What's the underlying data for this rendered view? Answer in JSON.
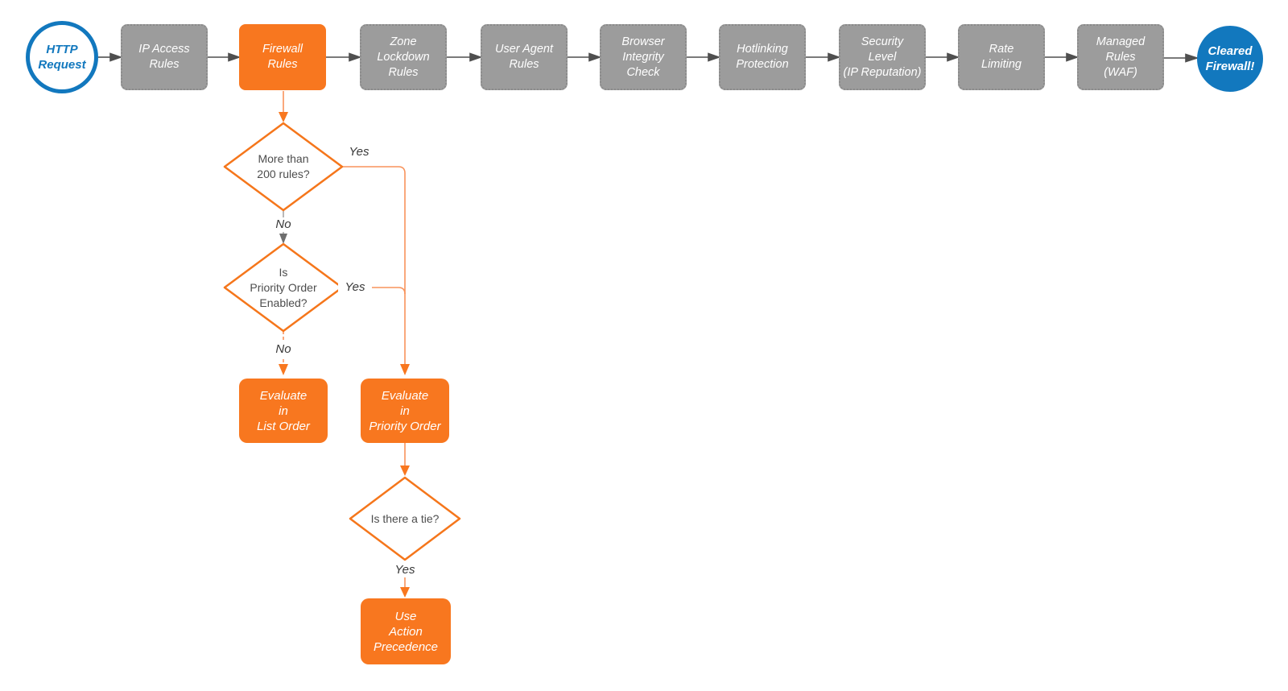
{
  "colors": {
    "orange_fill": "#F8771F",
    "orange_line": "#F8935B",
    "gray_fill": "#9C9C9C",
    "gray_border": "#8A8A8A",
    "blue": "#1278BE",
    "dark_line": "#4F4F4F",
    "gray_edge_line": "#A6A6A6",
    "gray_edge_head": "#6E6E6E",
    "diamond_stroke": "#F5761B",
    "text_dark": "#4D4D4D",
    "text_white": "#FFFFFF"
  },
  "pipeline": {
    "nodes": [
      {
        "id": "http-request",
        "shape": "circle",
        "variant": "outlined-blue",
        "label": "HTTP\nRequest"
      },
      {
        "id": "ip-access-rules",
        "shape": "box",
        "variant": "gray",
        "label": "IP Access\nRules"
      },
      {
        "id": "firewall-rules",
        "shape": "box",
        "variant": "orange",
        "label": "Firewall\nRules"
      },
      {
        "id": "zone-lockdown-rules",
        "shape": "box",
        "variant": "gray",
        "label": "Zone\nLockdown\nRules"
      },
      {
        "id": "user-agent-rules",
        "shape": "box",
        "variant": "gray",
        "label": "User Agent\nRules"
      },
      {
        "id": "browser-integrity-check",
        "shape": "box",
        "variant": "gray",
        "label": "Browser\nIntegrity\nCheck"
      },
      {
        "id": "hotlinking-protection",
        "shape": "box",
        "variant": "gray",
        "label": "Hotlinking\nProtection"
      },
      {
        "id": "security-level-ip-reputation",
        "shape": "box",
        "variant": "gray",
        "label": "Security\nLevel\n(IP Reputation)"
      },
      {
        "id": "rate-limiting",
        "shape": "box",
        "variant": "gray",
        "label": "Rate\nLimiting"
      },
      {
        "id": "managed-rules-waf",
        "shape": "box",
        "variant": "gray",
        "label": "Managed\nRules\n(WAF)"
      },
      {
        "id": "cleared-firewall",
        "shape": "circle",
        "variant": "filled-blue",
        "label": "Cleared\nFirewall!"
      }
    ]
  },
  "decision_tree": {
    "diamonds": [
      {
        "id": "more-than-200-rules",
        "label": "More than\n200 rules?"
      },
      {
        "id": "is-priority-order-enabled",
        "label": "Is\nPriority Order\nEnabled?"
      },
      {
        "id": "is-there-a-tie",
        "label": "Is there a tie?"
      }
    ],
    "action_boxes": [
      {
        "id": "evaluate-in-list-order",
        "label": "Evaluate\nin\nList Order"
      },
      {
        "id": "evaluate-in-priority-order",
        "label": "Evaluate\nin\nPriority Order"
      },
      {
        "id": "use-action-precedence",
        "label": "Use\nAction\nPrecedence"
      }
    ],
    "edge_labels": [
      {
        "id": "yes-more-than-200",
        "text": "Yes"
      },
      {
        "id": "no-more-than-200",
        "text": "No"
      },
      {
        "id": "yes-priority-enabled",
        "text": "Yes"
      },
      {
        "id": "no-priority-enabled",
        "text": "No"
      },
      {
        "id": "yes-there-is-tie",
        "text": "Yes"
      }
    ]
  }
}
